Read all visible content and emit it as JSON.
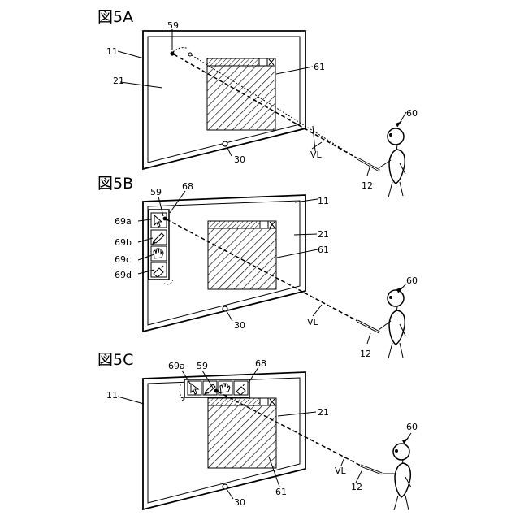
{
  "figures": [
    {
      "id": "5a",
      "title": "図5A",
      "labels": {
        "screen": "11",
        "surface": "21",
        "camera": "30",
        "pointer_spot": "59",
        "window": "61",
        "person": "60",
        "beam": "VL",
        "device": "12"
      }
    },
    {
      "id": "5b",
      "title": "図5B",
      "labels": {
        "screen": "11",
        "surface": "21",
        "camera": "30",
        "pointer_spot": "59",
        "palette": "68",
        "window": "61",
        "person": "60",
        "beam": "VL",
        "device": "12"
      },
      "palette_items": [
        "69a",
        "69b",
        "69c",
        "69d"
      ],
      "palette_icons": [
        "arrow-cursor-icon",
        "pen-icon",
        "hand-icon",
        "eraser-icon"
      ]
    },
    {
      "id": "5c",
      "title": "図5C",
      "labels": {
        "screen": "11",
        "surface": "21",
        "camera": "30",
        "pointer_spot": "59",
        "palette": "68",
        "palette_item": "69a",
        "window": "61",
        "person": "60",
        "beam": "VL",
        "device": "12"
      },
      "palette_icons": [
        "arrow-cursor-icon",
        "pen-icon",
        "hand-icon",
        "eraser-icon"
      ]
    }
  ]
}
